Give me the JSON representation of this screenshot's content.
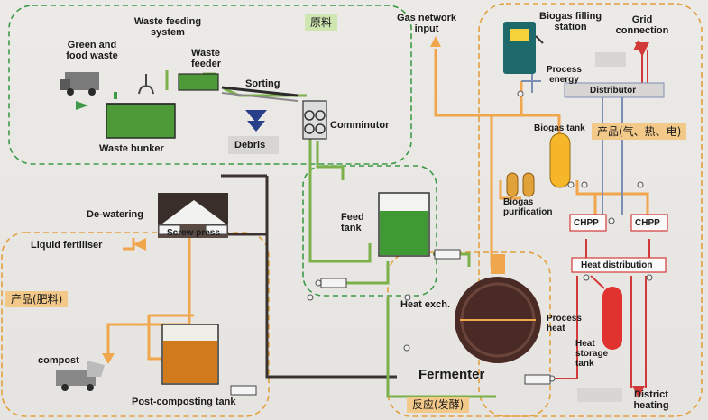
{
  "groups": {
    "raw_material": "原料",
    "products_gas_heat_power": "产品(气、热、电)",
    "products_fertiliser": "产品(肥料)",
    "reaction": "反应(发酵)"
  },
  "labels": {
    "green_food_waste": [
      "Green and",
      "food waste"
    ],
    "waste_feeding_system": [
      "Waste feeding",
      "system"
    ],
    "waste_feeder": [
      "Waste",
      "feeder"
    ],
    "sorting": "Sorting",
    "waste_bunker": "Waste bunker",
    "debris": "Debris",
    "comminutor": "Comminutor",
    "gas_network_input": [
      "Gas network",
      "input"
    ],
    "biogas_filling_station": [
      "Biogas filling",
      "station"
    ],
    "grid_connection": [
      "Grid",
      "connection"
    ],
    "process_energy": [
      "Process",
      "energy"
    ],
    "distributor": "Distributor",
    "biogas_tank": "Biogas tank",
    "biogas_purification": [
      "Biogas",
      "purification"
    ],
    "chpp": "CHPP",
    "heat_distribution": "Heat distribution",
    "dewatering": "De-watering",
    "screw_press": "Screw press",
    "liquid_fertiliser": "Liquid fertiliser",
    "feed_tank": [
      "Feed",
      "tank"
    ],
    "heat_exch": "Heat exch.",
    "fermenter": "Fermenter",
    "process_heat": [
      "Process",
      "heat"
    ],
    "heat_storage_tank": [
      "Heat",
      "storage",
      "tank"
    ],
    "compost": "compost",
    "post_composting_tank": "Post-composting tank",
    "district_heating": [
      "District",
      "heating"
    ]
  },
  "colors": {
    "green_line": "#7bb04a",
    "orange_line": "#f0a64d",
    "dark_line": "#3b3330",
    "blue_line": "#7d8eb5",
    "red_line": "#c03a3a",
    "green_box": "#3d9a48",
    "orange_box": "#e3a03d",
    "tank_green": "#3f9a34",
    "compost_fill": "#d07a1c",
    "fermenter": "#4a2a24",
    "heat_storage": "#e0322f",
    "station_teal": "#1e6a6a"
  }
}
